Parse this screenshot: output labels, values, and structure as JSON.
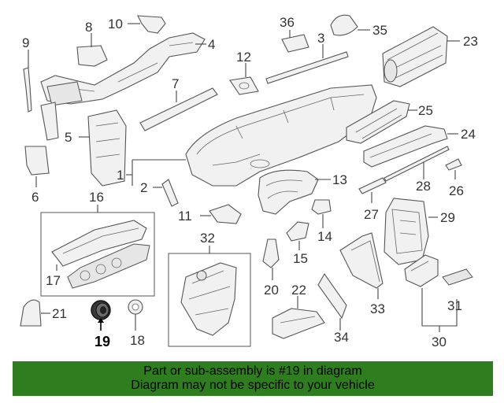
{
  "diagram": {
    "highlight_color": "#000000",
    "callouts": {
      "c1": "1",
      "c2": "2",
      "c3": "3",
      "c4": "4",
      "c5": "5",
      "c6": "6",
      "c7": "7",
      "c8": "8",
      "c9": "9",
      "c10": "10",
      "c11": "11",
      "c12": "12",
      "c13": "13",
      "c14": "14",
      "c15": "15",
      "c16": "16",
      "c17": "17",
      "c18": "18",
      "c19": "19",
      "c20": "20",
      "c21": "21",
      "c22": "22",
      "c23": "23",
      "c24": "24",
      "c25": "25",
      "c26": "26",
      "c27": "27",
      "c28": "28",
      "c29": "29",
      "c30": "30",
      "c31": "31",
      "c32": "32",
      "c33": "33",
      "c34": "34",
      "c35": "35",
      "c36": "36"
    }
  },
  "banner": {
    "background": "#2e7d1f",
    "line1": "Part or sub-assembly is #19 in diagram",
    "line2": "Diagram may not be specific to your vehicle"
  }
}
